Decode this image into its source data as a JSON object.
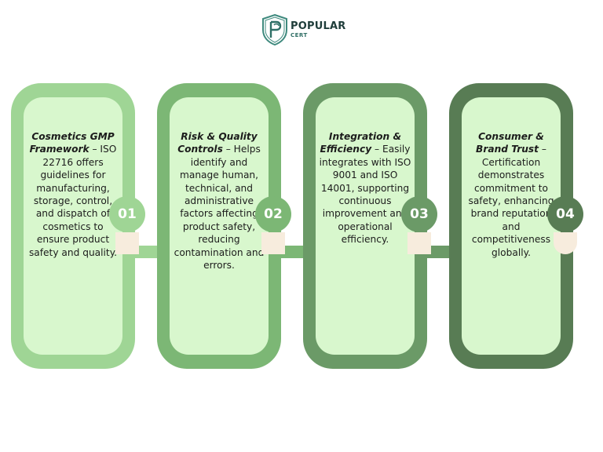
{
  "logo": {
    "title": "POPULAR",
    "subtitle": "CERT"
  },
  "steps": [
    {
      "number": "01",
      "heading": "Cosmetics GMP Framework",
      "body": " – ISO 22716 offers guidelines for manufacturing, storage, control, and dispatch of cosmetics to ensure product safety and quality.",
      "color": "#9fd595"
    },
    {
      "number": "02",
      "heading": "Risk & Quality Controls",
      "body": " – Helps identify and manage human, technical, and administrative factors affecting product safety, reducing contamination and errors.",
      "color": "#7cb775"
    },
    {
      "number": "03",
      "heading": "Integration & Efficiency",
      "body": " – Easily integrates with ISO 9001 and ISO 14001, supporting continuous improvement and operational efficiency.",
      "color": "#6b9a67"
    },
    {
      "number": "04",
      "heading": "Consumer & Brand Trust",
      "body": " – Certification demonstrates commitment to safety, enhancing brand reputation and competitiveness globally.",
      "color": "#587c54"
    }
  ]
}
